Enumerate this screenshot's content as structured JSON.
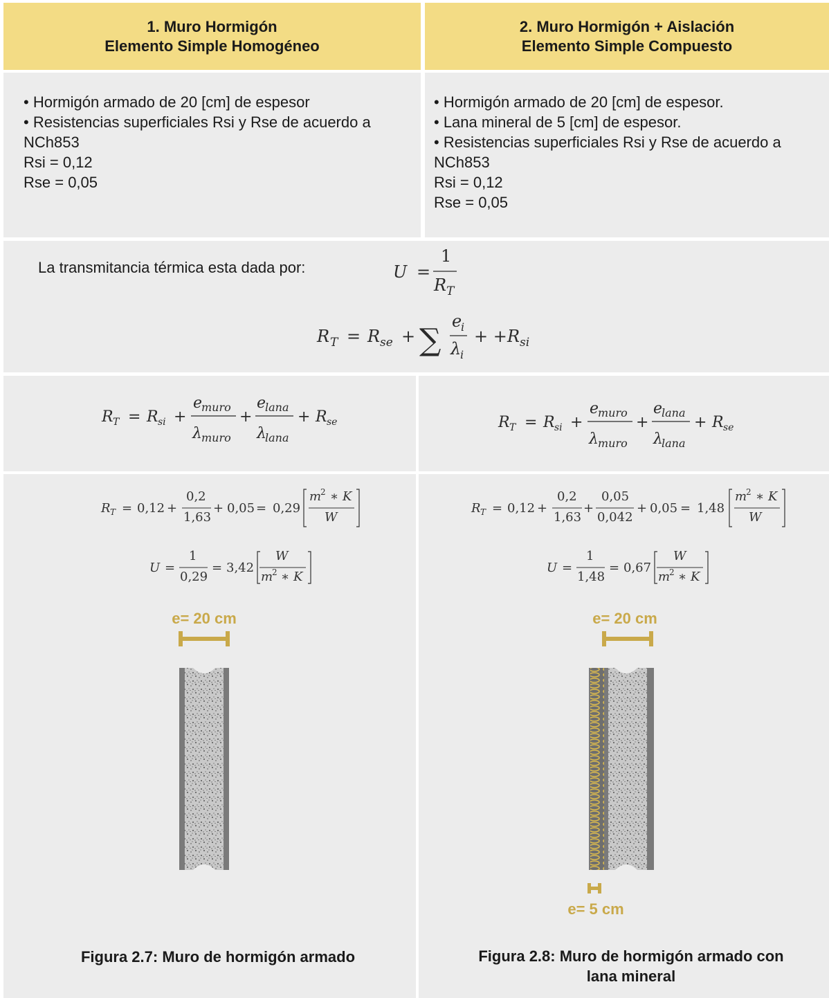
{
  "col1": {
    "header_line1": "1.   Muro Hormigón",
    "header_line2": "Elemento Simple Homogéneo",
    "desc": [
      "• Hormigón armado de 20 [cm] de espesor",
      "• Resistencias superficiales Rsi y Rse de acuerdo a NCh853",
      "Rsi = 0,12",
      "Rse = 0,05"
    ],
    "eq_rt_values": [
      "0,12",
      "0,2",
      "1,63",
      "0,05",
      "0,29"
    ],
    "eq_u_values": [
      "1",
      "0,29",
      "3,42"
    ],
    "dim_top": "e= 20 cm",
    "caption": "Figura 2.7: Muro de hormigón armado"
  },
  "col2": {
    "header_line1": "2.   Muro Hormigón + Aislación",
    "header_line2": "Elemento Simple Compuesto",
    "desc": [
      "• Hormigón armado de 20 [cm] de espesor.",
      "• Lana mineral de 5 [cm] de espesor.",
      "• Resistencias superficiales Rsi y Rse de acuerdo a NCh853",
      "Rsi = 0,12",
      "Rse = 0,05"
    ],
    "eq_rt_values": [
      "0,12",
      "0,2",
      "1,63",
      "0,05",
      "0,042",
      "0,05",
      "1,48"
    ],
    "eq_u_values": [
      "1",
      "1,48",
      "0,67"
    ],
    "dim_top": "e= 20 cm",
    "dim_bottom": "e= 5 cm",
    "caption": "Figura 2.8: Muro de hormigón armado con lana mineral"
  },
  "transmittance_label": "La transmitancia térmica esta dada por:",
  "colors": {
    "header_bg": "#f3dc85",
    "cell_bg": "#ececec",
    "dimension_gold": "#c9a94a",
    "concrete_frame": "#7a7a7a"
  }
}
